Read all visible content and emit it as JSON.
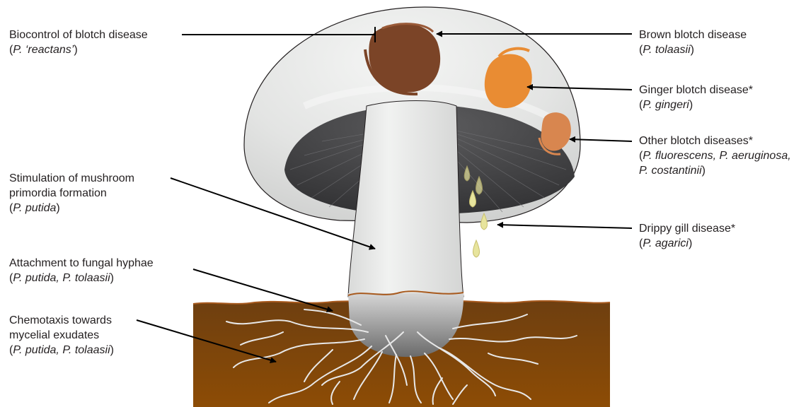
{
  "colors": {
    "soil_top": "#7a4712",
    "soil_bottom": "#8a4a04",
    "soil_edge": "#a0541a",
    "cap": "#e6e7e6",
    "gills": "#3a3a3c",
    "stem": "#e9eae9",
    "brown_blotch": "#7b4427",
    "ginger_blotch": "#e98c33",
    "other_blotch": "#d8864f",
    "droplet": "#e7e49d",
    "hyphae": "#e8e8e8",
    "arrow": "#000000"
  },
  "labels": {
    "biocontrol": {
      "title": "Biocontrol of blotch disease",
      "open": "(",
      "species": "P. ‘reactans’",
      "close": ")"
    },
    "brown": {
      "title": "Brown blotch disease",
      "open": "(",
      "species": "P. tolaasii",
      "close": ")"
    },
    "ginger": {
      "title": "Ginger blotch disease*",
      "open": "(",
      "species": "P. gingeri",
      "close": ")"
    },
    "other": {
      "title": "Other blotch diseases*",
      "open": "(",
      "species_1": "P. fluorescens, P. aeruginosa,",
      "species_2": "P. costantinii",
      "close": ")"
    },
    "drippy": {
      "title": "Drippy gill disease*",
      "open": "(",
      "species": "P. agarici",
      "close": ")"
    },
    "primordia": {
      "title_1": "Stimulation of mushroom",
      "title_2": "primordia formation",
      "open": "(",
      "species": "P. putida",
      "close": ")"
    },
    "attachment": {
      "title": "Attachment to fungal hyphae",
      "open": "(",
      "species": "P. putida, P. tolaasii",
      "close": ")"
    },
    "chemotaxis": {
      "title_1": "Chemotaxis towards",
      "title_2": "mycelial exudates",
      "open": "(",
      "species": "P. putida, P. tolaasii",
      "close": ")"
    }
  }
}
